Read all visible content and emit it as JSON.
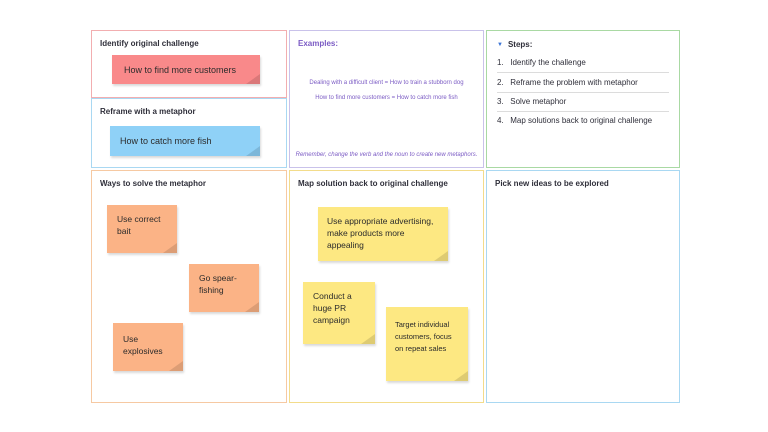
{
  "panels": {
    "identify": {
      "title": "Identify original challenge",
      "note": "How to find more customers"
    },
    "reframe": {
      "title": "Reframe with a metaphor",
      "note": "How to catch more fish"
    },
    "examples": {
      "title": "Examples:",
      "line1": "Dealing with a difficult client = How to train a stubborn dog",
      "line2": "How to find more customers = How to catch more fish",
      "footer": "Remember, change the verb and the noun to create new metaphors."
    },
    "steps": {
      "title": "Steps:",
      "items": [
        {
          "num": "1.",
          "label": "Identify the challenge"
        },
        {
          "num": "2.",
          "label": "Reframe the problem with metaphor"
        },
        {
          "num": "3.",
          "label": "Solve metaphor"
        },
        {
          "num": "4.",
          "label": "Map solutions back to original challenge"
        }
      ]
    },
    "solve": {
      "title": "Ways to solve the metaphor",
      "notes": [
        "Use correct bait",
        "Go spear-fishing",
        "Use explosives"
      ]
    },
    "map": {
      "title": "Map solution back to original challenge",
      "notes": [
        "Use appropriate advertising, make products more appealing",
        "Conduct a huge PR campaign",
        "Target individual customers, focus on repeat sales"
      ]
    },
    "pick": {
      "title": "Pick new ideas to be explored"
    }
  },
  "colors": {
    "red_note": "#f9898a",
    "blue_note": "#8fd1f7",
    "orange_note": "#fbb386",
    "yellow_note": "#fde882",
    "example_text": "#7b5bc4"
  }
}
